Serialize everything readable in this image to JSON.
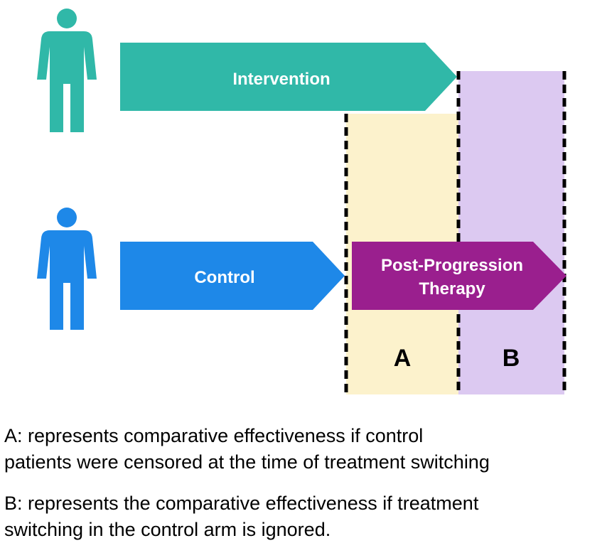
{
  "colors": {
    "intervention": "#30b8a8",
    "control": "#1e88e8",
    "post_progression": "#9a1f8e",
    "zone_a": "#fcf2cc",
    "zone_b": "#dcc9f1",
    "divider": "#000000"
  },
  "icons": {
    "intervention_person": "person-icon",
    "control_person": "person-icon"
  },
  "arrows": {
    "intervention": "Intervention",
    "control": "Control",
    "post_progression_line1": "Post-Progression",
    "post_progression_line2": "Therapy"
  },
  "zones": {
    "a": "A",
    "b": "B"
  },
  "captions": {
    "a_line1": "A: represents comparative effectiveness if control",
    "a_line2": "patients were censored at the time of treatment switching",
    "b_line1": "B: represents the comparative effectiveness if treatment",
    "b_line2": "switching in the control arm is ignored."
  }
}
